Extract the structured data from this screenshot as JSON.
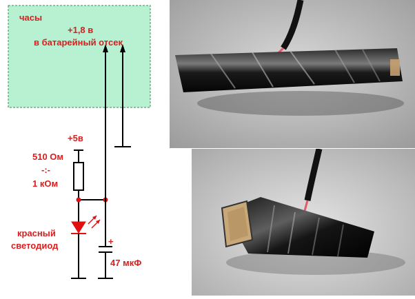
{
  "schematic": {
    "clock_label": "часы",
    "voltage_label": "+1,8 в",
    "battery_label": "в батарейный отсек",
    "supply_label": "+5в",
    "resistor_label_top": "510 Ом",
    "resistor_label_mid": "-:-",
    "resistor_label_bottom": "1 кОм",
    "led_label_line1": "красный",
    "led_label_line2": "светодиод",
    "cap_plus": "+",
    "cap_label": "47 мкФ",
    "colors": {
      "clock_fill": "#b8f0d2",
      "clock_border": "#3a8a5a",
      "text": "#d81e1e",
      "node": "#e01010",
      "led": "#e01010",
      "wire": "#000000"
    }
  },
  "photos": [
    {
      "name": "top-photo",
      "alt": "black taped part with wire"
    },
    {
      "name": "bottom-photo",
      "alt": "taped part end view with wire"
    }
  ]
}
